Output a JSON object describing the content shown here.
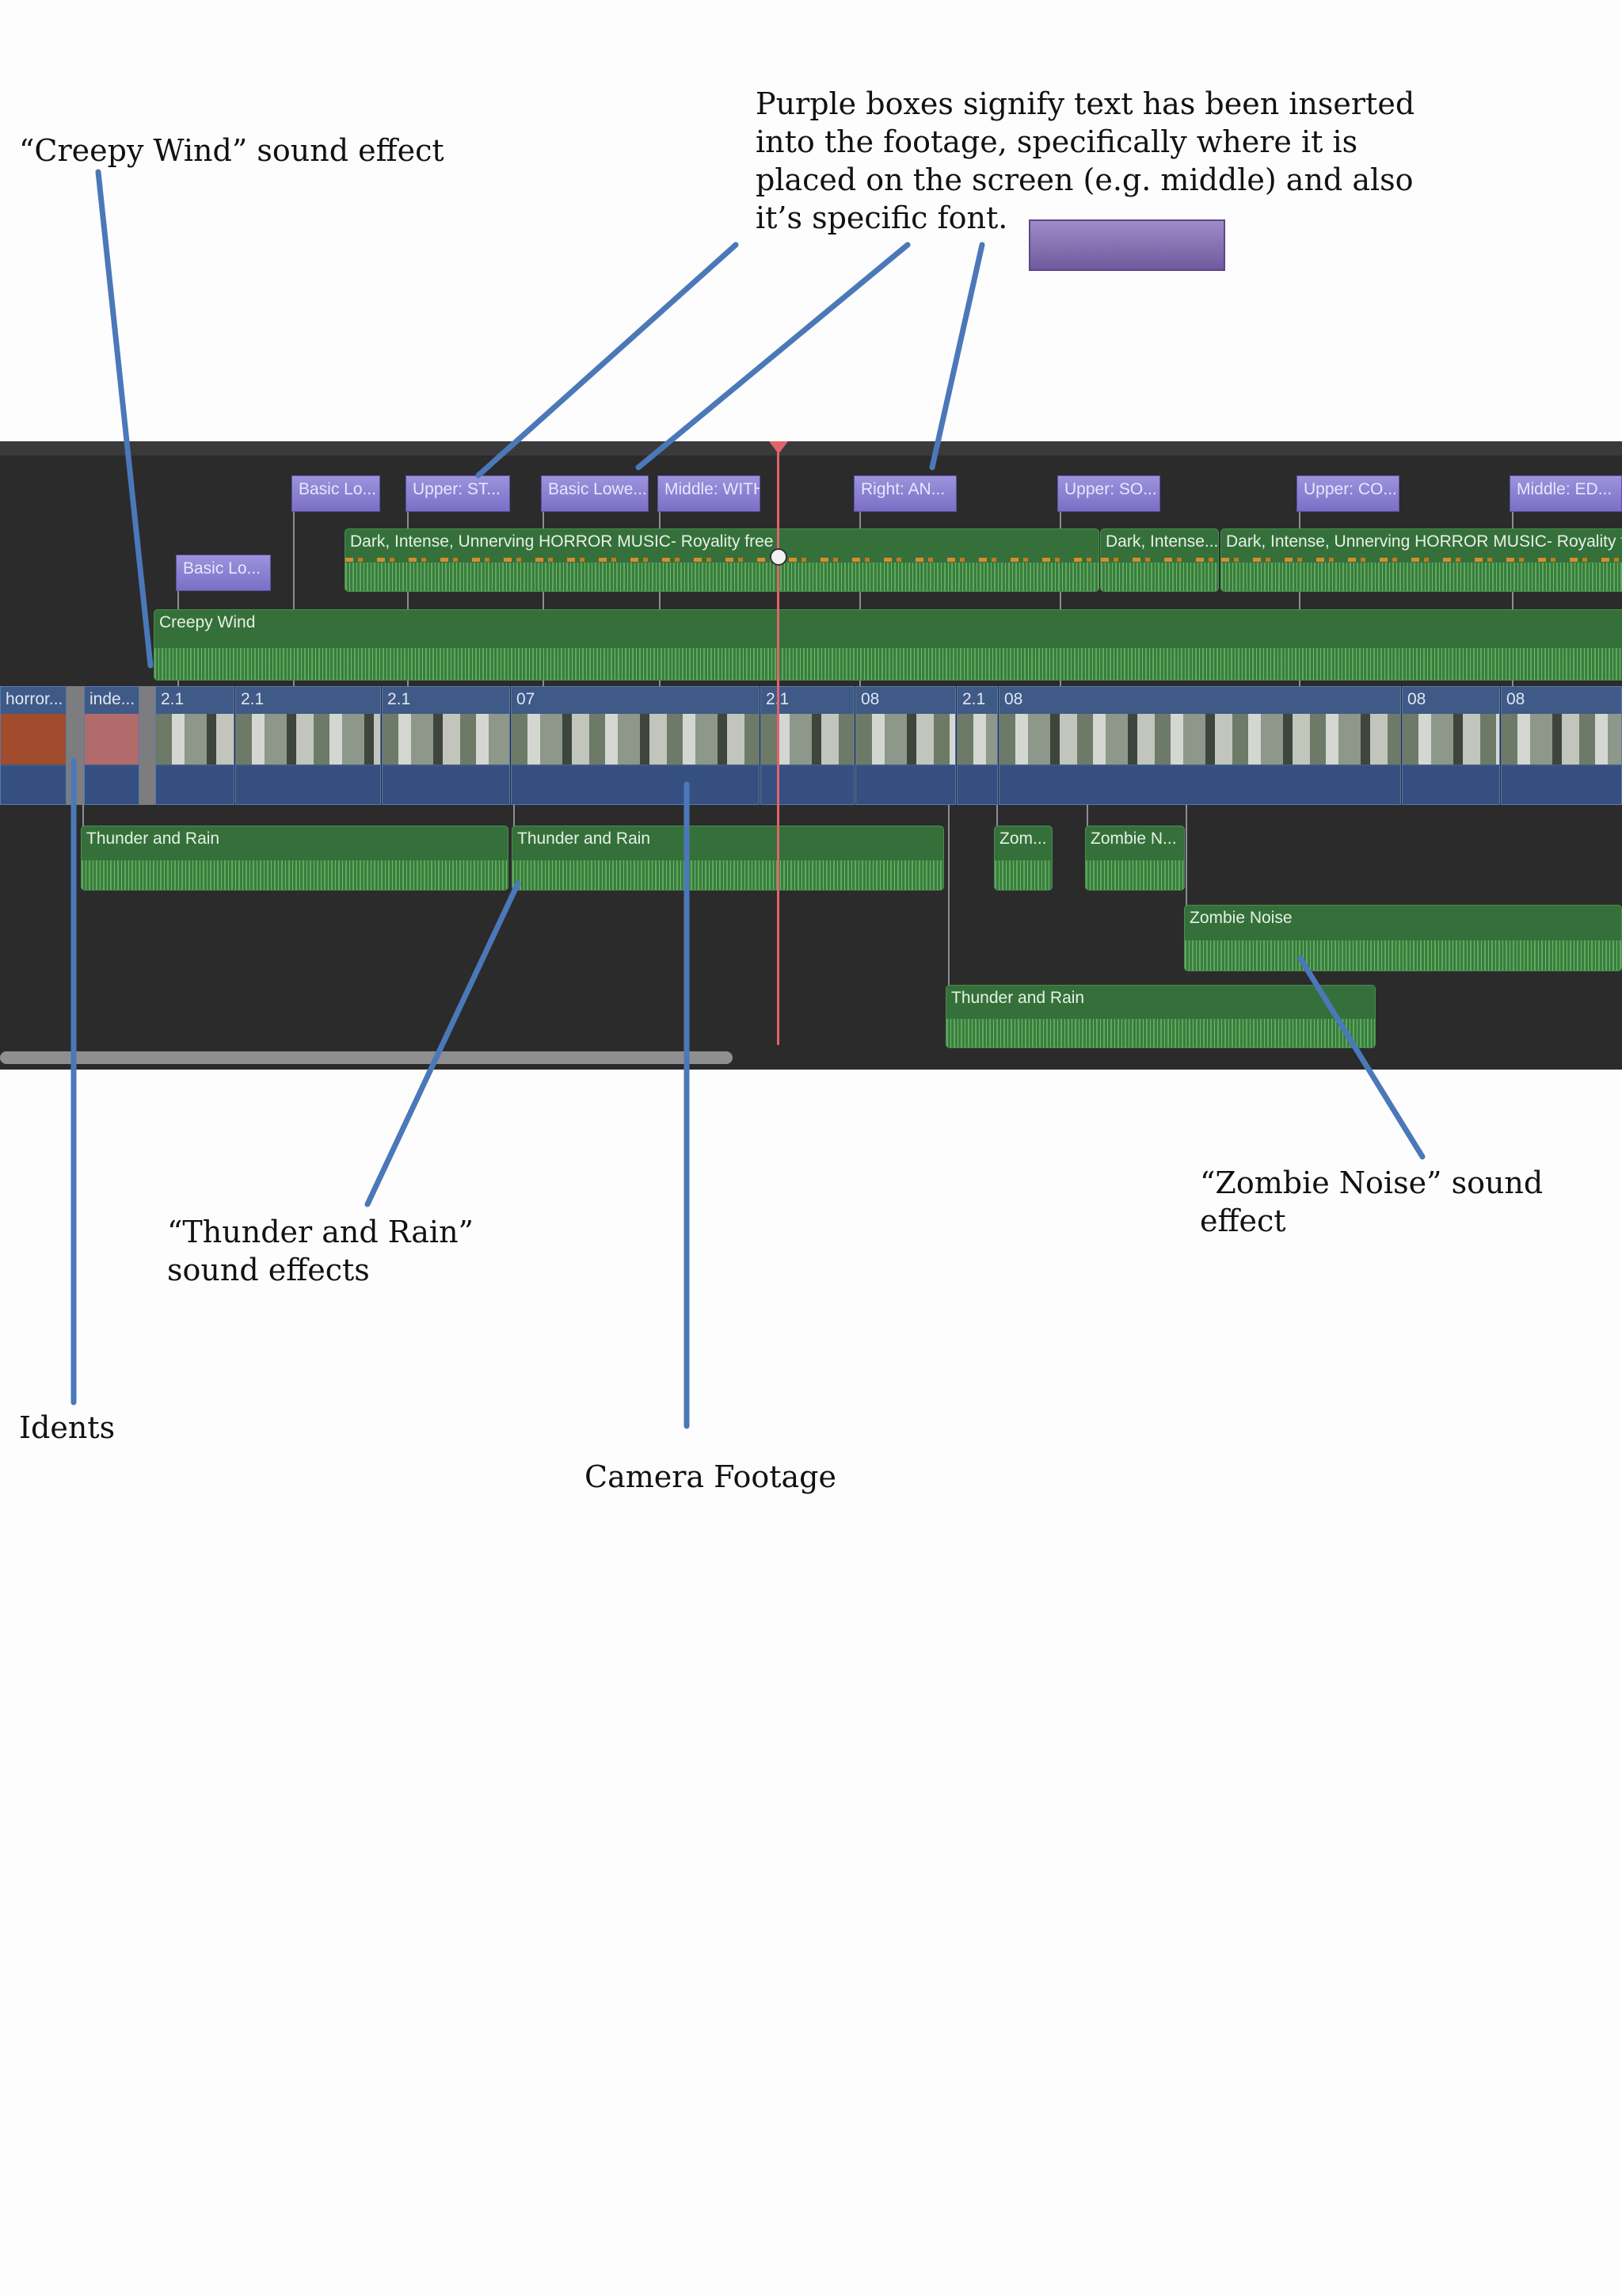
{
  "annotations": {
    "creepy_wind": "“Creepy Wind” sound effect",
    "purple_boxes": [
      "Purple boxes signify text has been inserted",
      "into the footage, specifically where it is",
      "placed on the screen (e.g. middle) and also",
      "it’s specific font."
    ],
    "thunder_rain": [
      "“Thunder and Rain”",
      "sound effects"
    ],
    "idents": "Idents",
    "camera_footage": "Camera Footage",
    "zombie_noise": "“Zombie Noise” sound effect"
  },
  "colors": {
    "title_clip": "#8a80d3",
    "audio_clip": "#35703b",
    "video_clip": "#3f5a86",
    "playhead": "#e0656b",
    "annotation_line": "#4b78b8"
  },
  "timeline": {
    "title_clips": [
      "Basic Lo...",
      "Basic Lo...",
      "Upper: ST...",
      "Basic Lowe...",
      "Middle: WITH",
      "Right: AN...",
      "Upper: SO...",
      "Upper: CO...",
      "Middle: ED..."
    ],
    "music_clips": [
      "Dark, Intense, Unnerving HORROR MUSIC- Royality free",
      "Dark, Intense...",
      "Dark, Intense, Unnerving HORROR MUSIC- Royality free"
    ],
    "wind_clip": "Creepy Wind",
    "video_clips": [
      "horror...",
      "inde...",
      "2.1",
      "2.1",
      "2.1",
      "07",
      "2.1",
      "08",
      "2.1",
      "08",
      "08",
      "08"
    ],
    "lower_audio": {
      "thunder_1": "Thunder and Rain",
      "thunder_2": "Thunder and Rain",
      "zom_short": "Zom...",
      "zombie_n": "Zombie N...",
      "zombie_noise": "Zombie Noise",
      "thunder_3": "Thunder and Rain"
    }
  }
}
